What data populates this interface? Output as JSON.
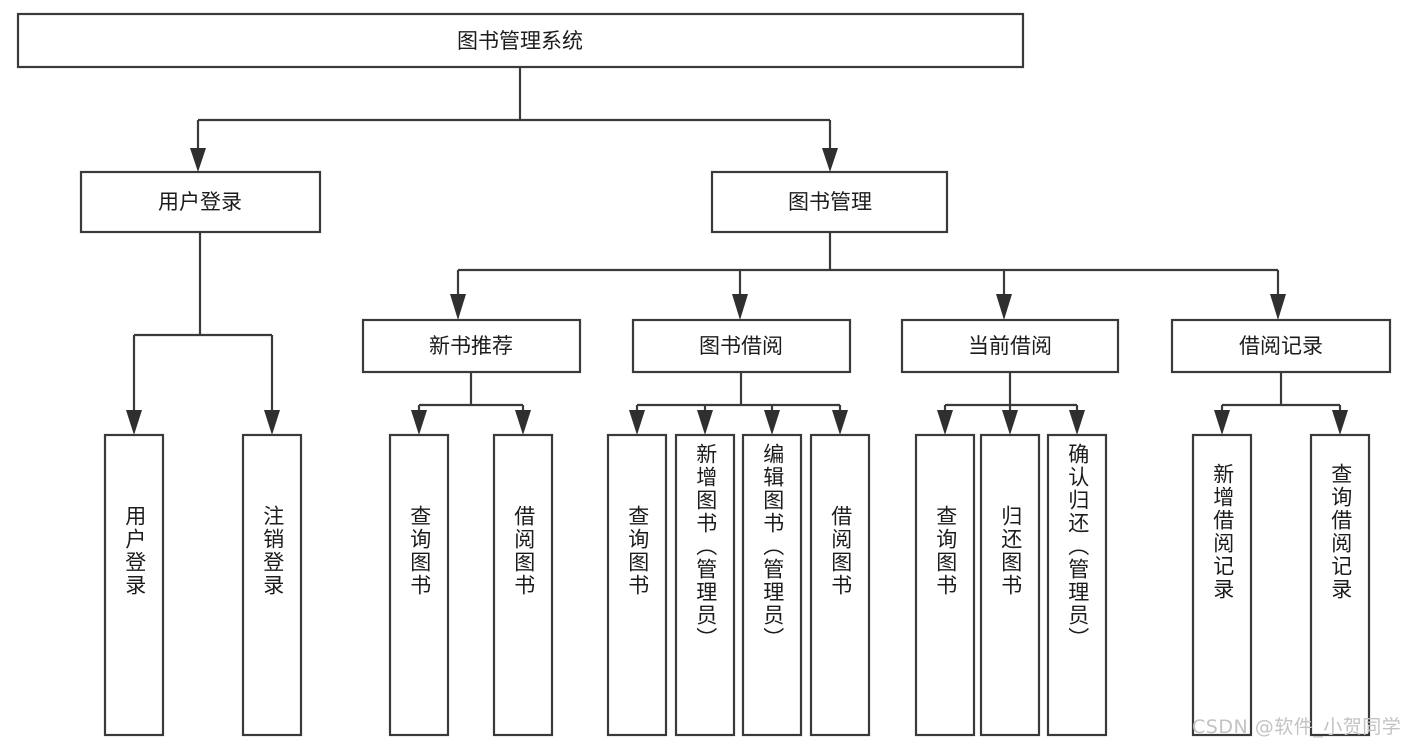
{
  "diagram": {
    "type": "tree-hierarchy",
    "orientation": "top-down",
    "root_label": "图书管理系统",
    "colors": {
      "box_stroke": "#3a3a3a",
      "box_fill": "#ffffff",
      "connector": "#3a3a3a",
      "text": "#1c1c1c",
      "background": "#ffffff",
      "watermark": "#c3c3c3"
    },
    "nodes": {
      "root": {
        "label": "图书管理系统"
      },
      "level2": [
        {
          "label": "用户登录"
        },
        {
          "label": "图书管理"
        }
      ],
      "level3": [
        {
          "label": "新书推荐"
        },
        {
          "label": "图书借阅"
        },
        {
          "label": "当前借阅"
        },
        {
          "label": "借阅记录"
        }
      ],
      "leaves_user_login": [
        {
          "label": "用户登录"
        },
        {
          "label": "注销登录"
        }
      ],
      "leaves_new_book": [
        {
          "label": "查询图书"
        },
        {
          "label": "借阅图书"
        }
      ],
      "leaves_borrow": [
        {
          "label": "查询图书"
        },
        {
          "label": "新增图书（管理员）"
        },
        {
          "label": "编辑图书（管理员）"
        },
        {
          "label": "借阅图书"
        }
      ],
      "leaves_current": [
        {
          "label": "查询图书"
        },
        {
          "label": "归还图书"
        },
        {
          "label": "确认归还（管理员）"
        }
      ],
      "leaves_record": [
        {
          "label": "新增借阅记录"
        },
        {
          "label": "查询借阅记录"
        }
      ]
    }
  },
  "watermark": {
    "text": "CSDN @软件_小贺同学"
  }
}
